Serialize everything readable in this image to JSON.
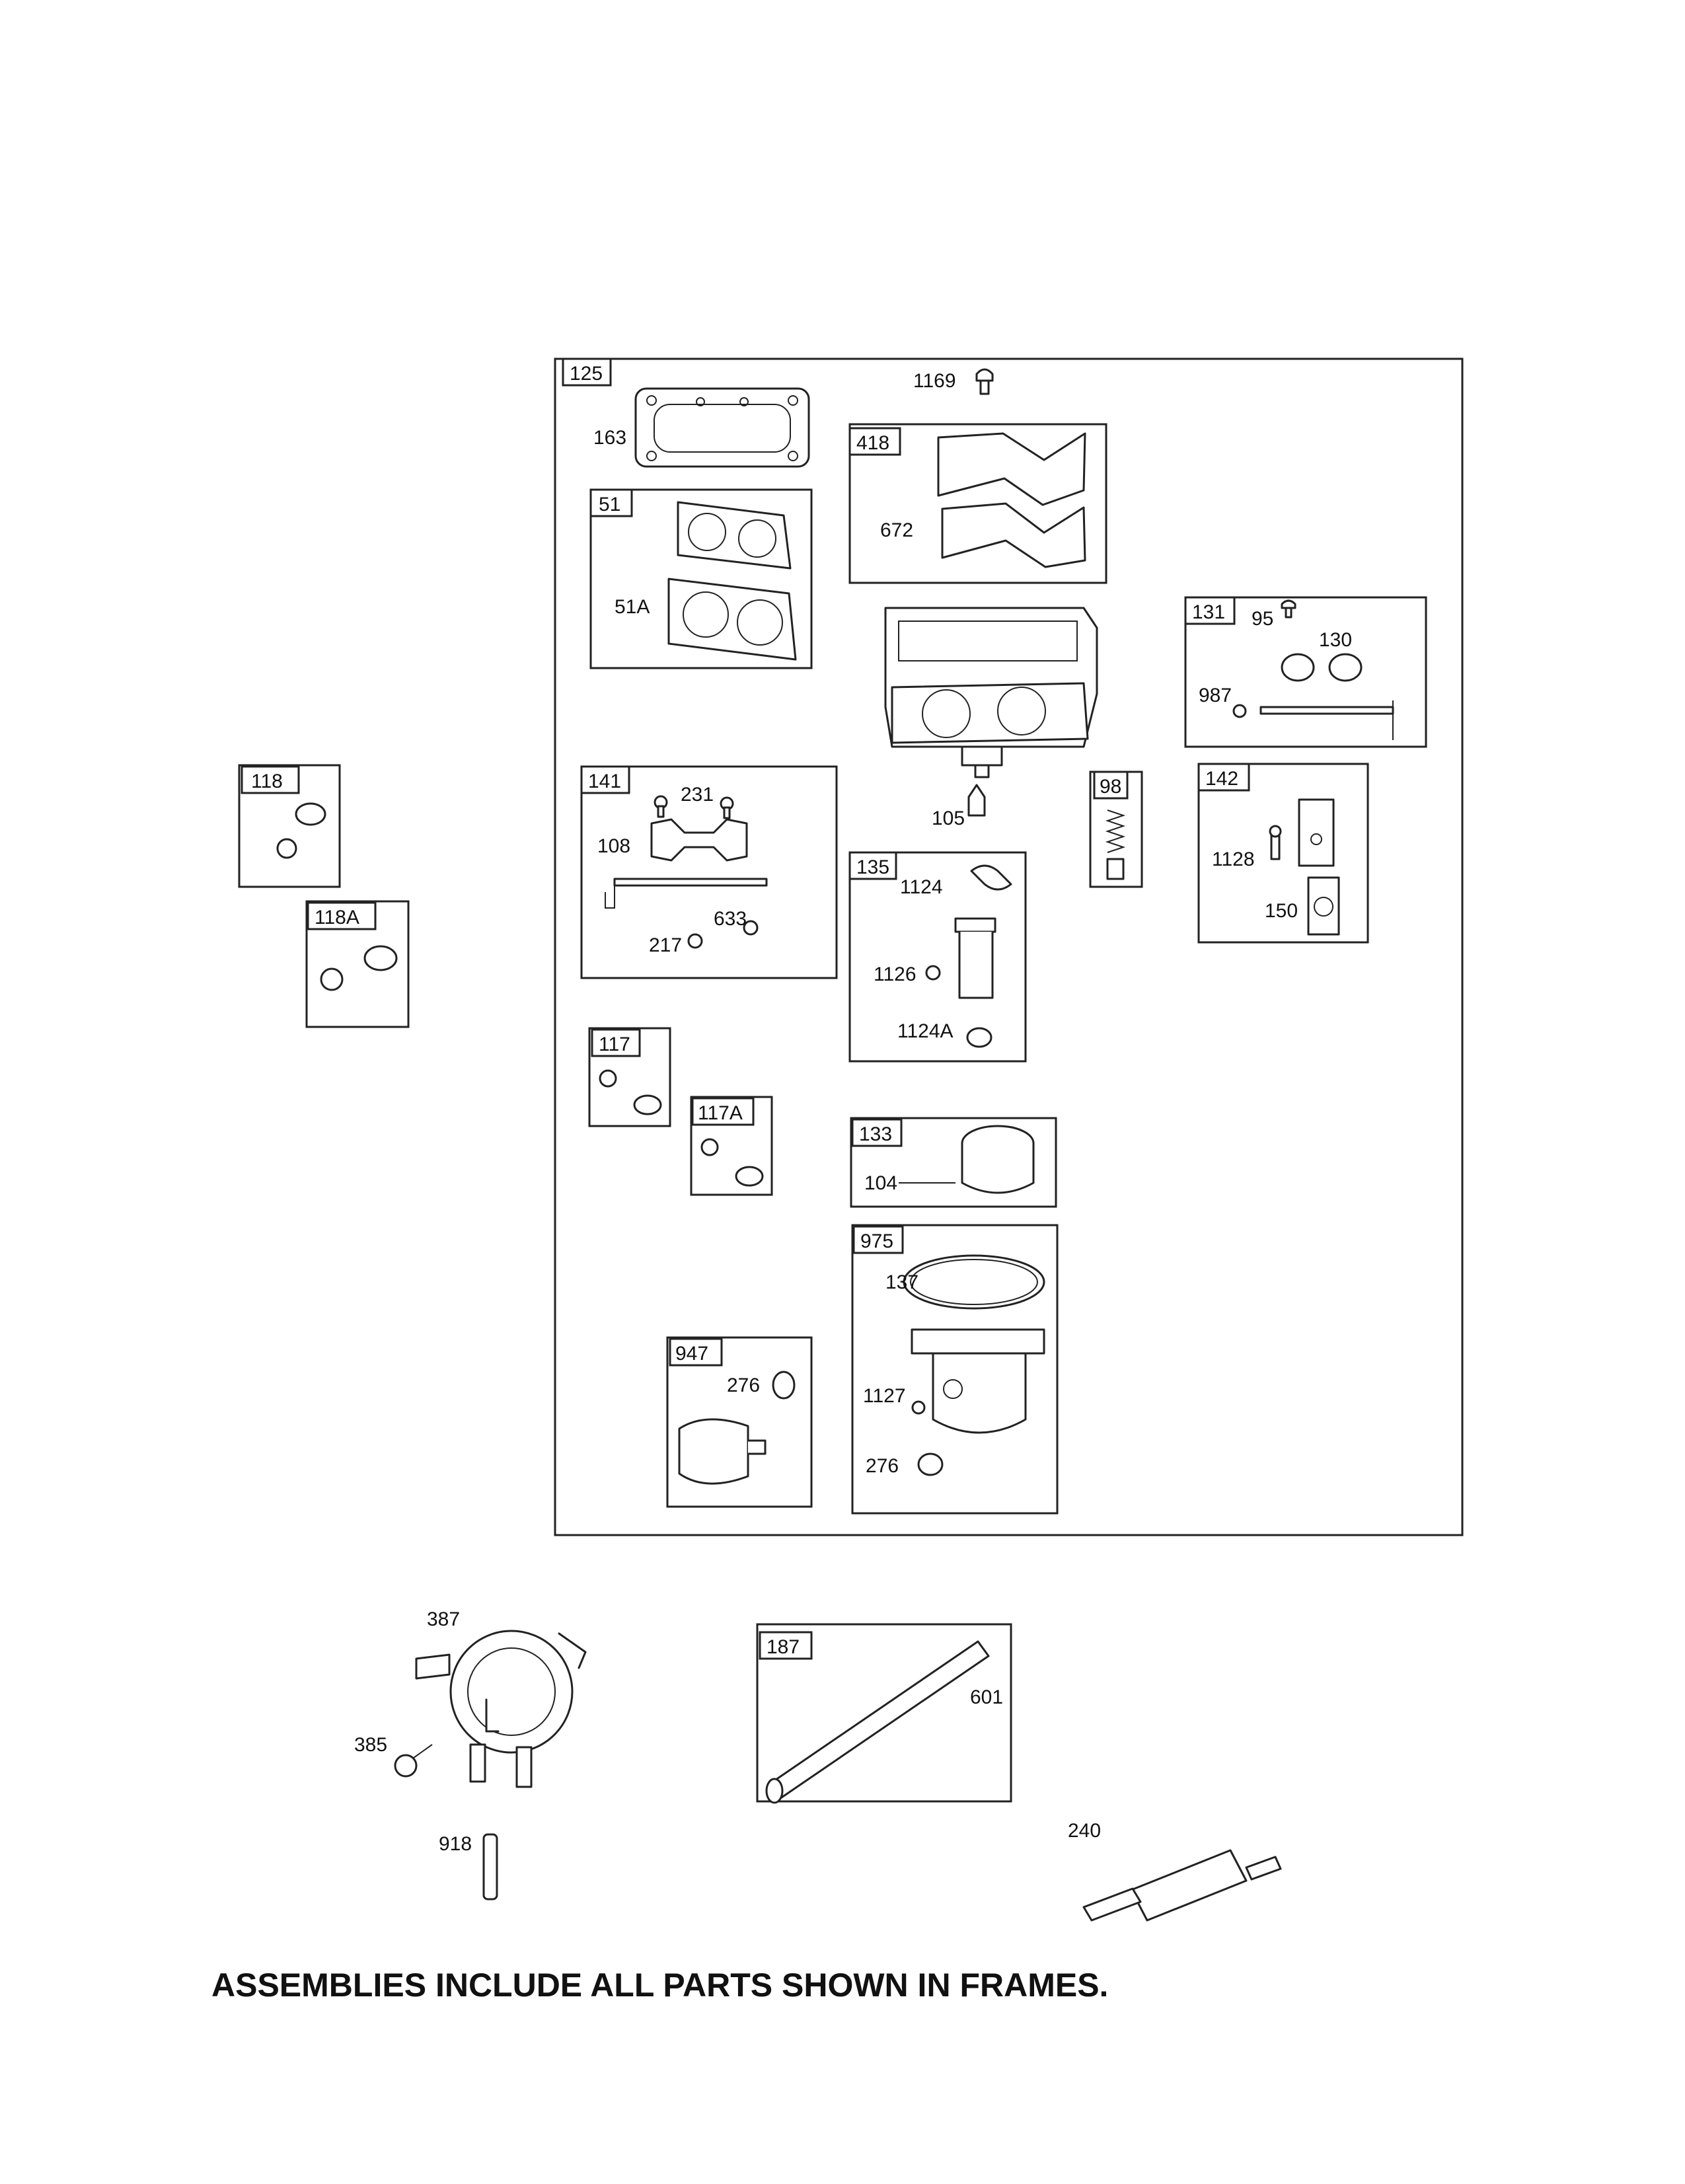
{
  "frames": [
    {
      "key": "f125",
      "tag": "125"
    },
    {
      "key": "f51",
      "tag": "51"
    },
    {
      "key": "f418",
      "tag": "418"
    },
    {
      "key": "f131",
      "tag": "131"
    },
    {
      "key": "f141",
      "tag": "141"
    },
    {
      "key": "f98",
      "tag": "98"
    },
    {
      "key": "f142",
      "tag": "142"
    },
    {
      "key": "f135",
      "tag": "135"
    },
    {
      "key": "f118",
      "tag": "118"
    },
    {
      "key": "f118a",
      "tag": "118A"
    },
    {
      "key": "f117",
      "tag": "117"
    },
    {
      "key": "f117a",
      "tag": "117A"
    },
    {
      "key": "f133",
      "tag": "133"
    },
    {
      "key": "f975",
      "tag": "975"
    },
    {
      "key": "f947",
      "tag": "947"
    },
    {
      "key": "f187",
      "tag": "187"
    }
  ],
  "callouts": [
    {
      "key": "c1169",
      "text": "1169"
    },
    {
      "key": "c163",
      "text": "163"
    },
    {
      "key": "c672",
      "text": "672"
    },
    {
      "key": "c51a",
      "text": "51A"
    },
    {
      "key": "c95",
      "text": "95"
    },
    {
      "key": "c130",
      "text": "130"
    },
    {
      "key": "c987",
      "text": "987"
    },
    {
      "key": "c231",
      "text": "231"
    },
    {
      "key": "c108",
      "text": "108"
    },
    {
      "key": "c633",
      "text": "633"
    },
    {
      "key": "c217",
      "text": "217"
    },
    {
      "key": "c105",
      "text": "105"
    },
    {
      "key": "c1128",
      "text": "1128"
    },
    {
      "key": "c150",
      "text": "150"
    },
    {
      "key": "c1124",
      "text": "1124"
    },
    {
      "key": "c1126",
      "text": "1126"
    },
    {
      "key": "c1124a",
      "text": "1124A"
    },
    {
      "key": "c104",
      "text": "104"
    },
    {
      "key": "c137",
      "text": "137"
    },
    {
      "key": "c1127",
      "text": "1127"
    },
    {
      "key": "c276a",
      "text": "276"
    },
    {
      "key": "c276b",
      "text": "276"
    },
    {
      "key": "c387",
      "text": "387"
    },
    {
      "key": "c385",
      "text": "385"
    },
    {
      "key": "c918",
      "text": "918"
    },
    {
      "key": "c601",
      "text": "601"
    },
    {
      "key": "c240",
      "text": "240"
    }
  ],
  "footer_note": "ASSEMBLIES INCLUDE ALL PARTS SHOWN IN FRAMES."
}
